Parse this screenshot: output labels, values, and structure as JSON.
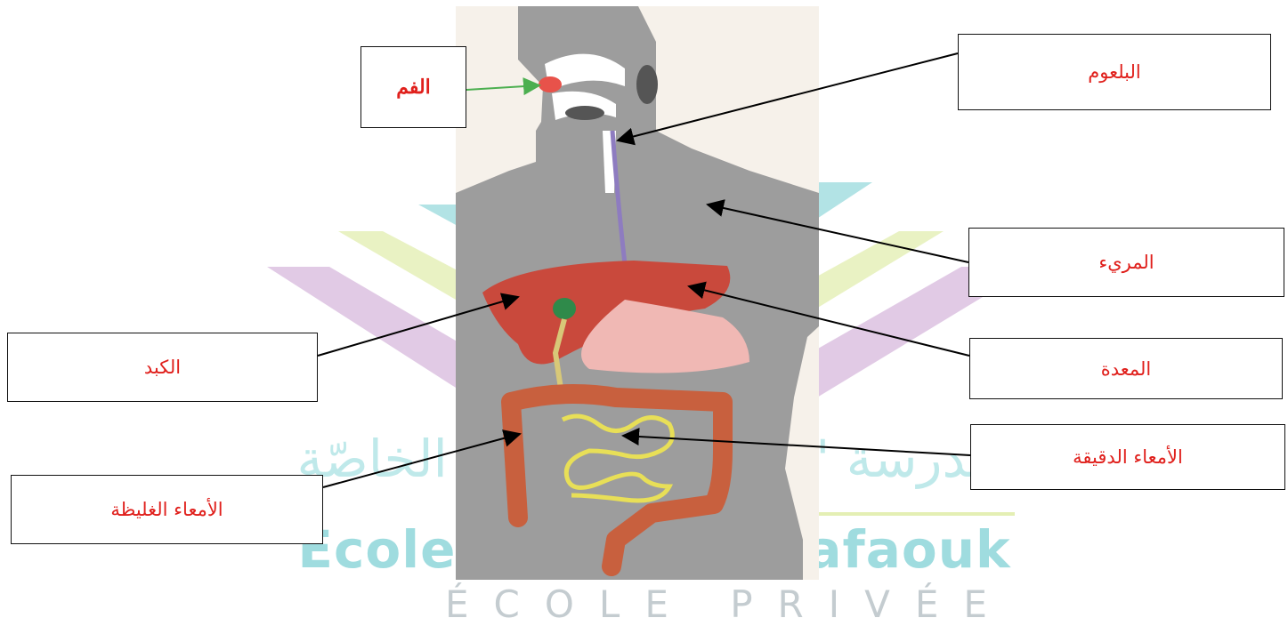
{
  "watermark": {
    "arabic_text": "مدرسة \"الرّيادة والتفوّق\" الخاصّة",
    "latin_text": "Ecole Riyada et Tafaouk",
    "subtitle": "ÉCOLE PRIVÉE",
    "colors": {
      "teal": "#9fdcdf",
      "lime": "#e4efb4",
      "purple": "#d7b8dc"
    }
  },
  "labels": {
    "mouth": "الفم",
    "pharynx": "البلعوم",
    "esophagus": "المريء",
    "liver": "الكبد",
    "stomach": "المعدة",
    "small_intestine": "الأمعاء الدقيقة",
    "large_intestine": "الأمعاء الغليظة"
  },
  "colors": {
    "label_text": "#e0201c",
    "body": "#9e9e9e",
    "liver": "#c9493c",
    "intestine_large": "#c8603e",
    "intestine_small": "#e8df57",
    "esophagus": "#8e7cc0",
    "mouth_arrow": "#4caf50"
  }
}
